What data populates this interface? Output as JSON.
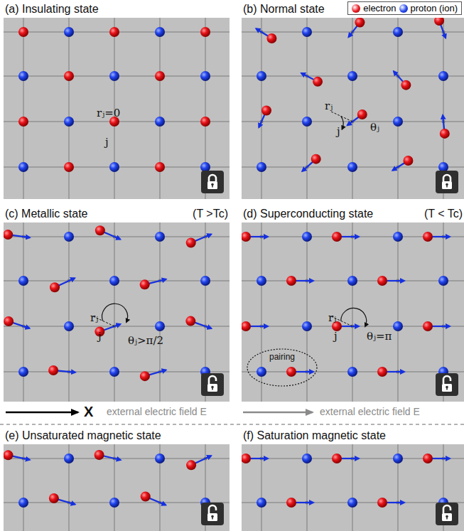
{
  "diagram": {
    "nodes": [
      {
        "text": [
          "(a) Insulating state"
        ]
      },
      {
        "text": [
          "(b) Normal state"
        ]
      },
      {
        "text": [
          "(c) Metallic state",
          "(T >Tc)"
        ]
      },
      {
        "text": [
          "(d) Superconducting state",
          "(T < Tc)"
        ]
      },
      {
        "text": [
          "(e) Unsaturated magnetic state"
        ]
      },
      {
        "text": [
          "(f) Saturation magnetic state"
        ]
      },
      {
        "text": [
          "pairing"
        ],
        "in": 3
      }
    ],
    "labels": [
      "rⱼ=0",
      "j",
      "rⱼ",
      "j",
      "θⱼ",
      "rⱼ",
      "j",
      "θⱼ>π/2",
      "rⱼ",
      "j",
      "θⱼ=π",
      "X",
      "external electric field E",
      "external electric field E"
    ],
    "legend": [
      {
        "text": "electron",
        "color": "#e8141a"
      },
      {
        "text": "proton (ion)",
        "color": "#2244ee"
      }
    ]
  }
}
